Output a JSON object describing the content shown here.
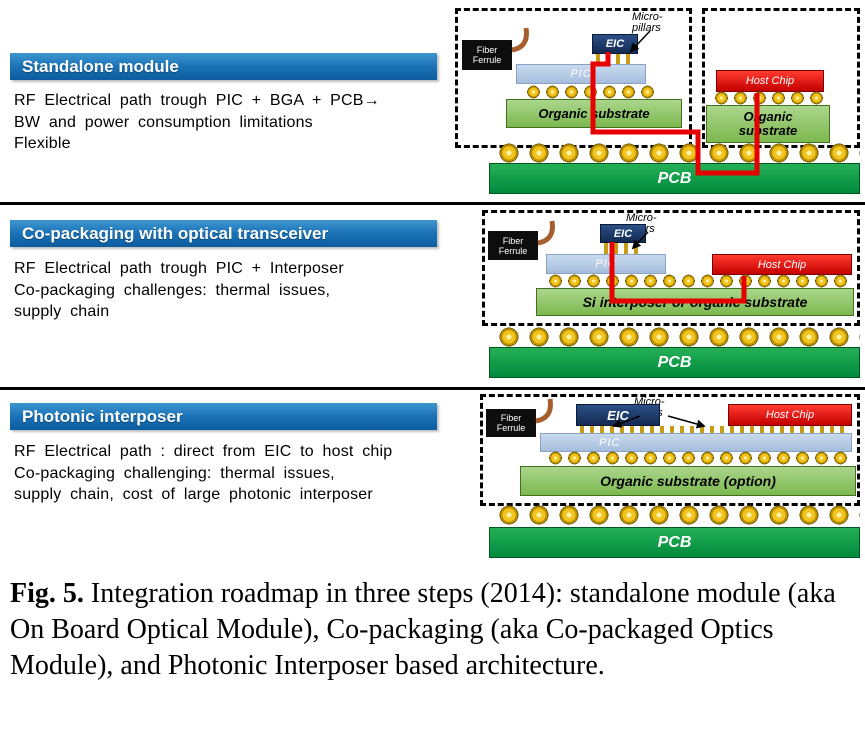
{
  "sections": [
    {
      "title": "Standalone module",
      "desc_lines": [
        "RF Electrical path trough PIC + BGA + PCB→",
        "BW and power consumption limitations",
        "Flexible"
      ]
    },
    {
      "title": "Co-packaging with optical transceiver",
      "desc_lines": [
        "RF Electrical path trough PIC + Interposer",
        "Co-packaging challenges: thermal issues,",
        "supply chain"
      ]
    },
    {
      "title": "Photonic interposer",
      "desc_lines": [
        "RF Electrical path : direct from EIC to host chip",
        "Co-packaging challenging: thermal issues,",
        "supply chain, cost of large photonic interposer"
      ]
    }
  ],
  "labels": {
    "fiber_ferrule": "Fiber\nFerrule",
    "eic": "EIC",
    "micro_pillars": "Micro-\npillars",
    "pic": "PIC",
    "host_chip": "Host Chip",
    "organic_substrate": "Organic substrate",
    "organic_substrate_two_lines": "Organic\nsubstrate",
    "si_interposer_substrate": "Si interposer or organic substrate",
    "organic_substrate_option": "Organic substrate (option)",
    "pcb": "PCB"
  },
  "caption": {
    "label": "Fig. 5.",
    "text": " Integration roadmap in three steps (2014): standalone module (aka On Board Optical Module), Co-packaging (aka Co-packaged Optics Module), and Photonic Interposer based architecture."
  },
  "colors": {
    "header_blue": "#1a72b6",
    "eic_navy": "#1c3a66",
    "host_chip_red": "#d90000",
    "substrate_green": "#92c25e",
    "pcb_green": "#00984a",
    "solder_ball_yellow": "#f3c41e",
    "rf_path_red": "#e60000",
    "pic_blue": "#b7cce3"
  }
}
